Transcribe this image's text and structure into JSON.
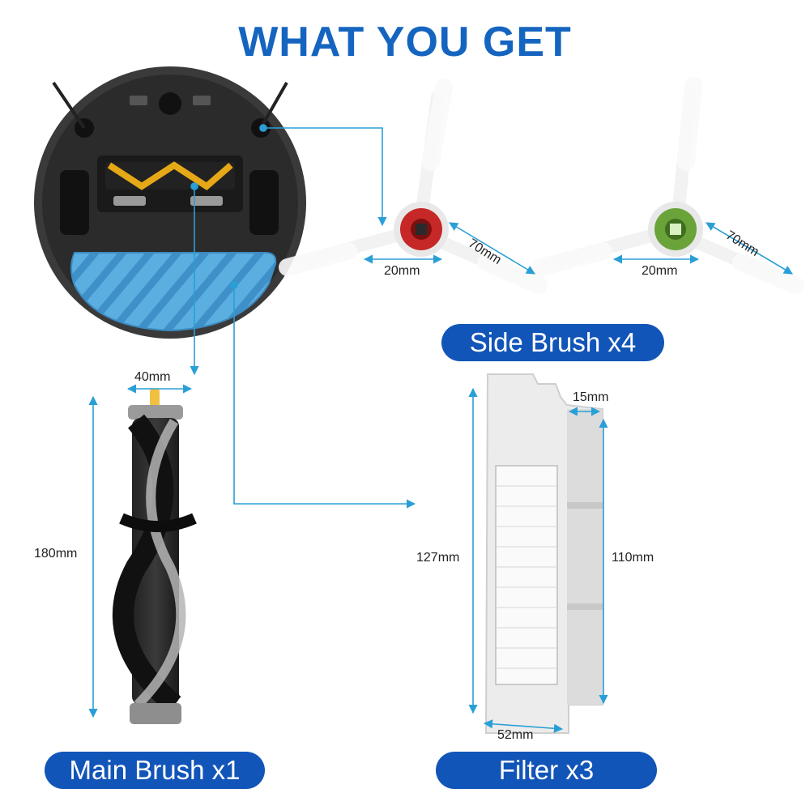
{
  "title": "WHAT YOU GET",
  "labels": {
    "side_brush": "Side Brush x4",
    "main_brush": "Main Brush x1",
    "filter": "Filter x3"
  },
  "dimensions": {
    "side_red_hub": "20mm",
    "side_red_arm": "70mm",
    "side_green_hub": "20mm",
    "side_green_arm": "70mm",
    "main_width": "40mm",
    "main_length": "180mm",
    "filter_depth": "15mm",
    "filter_height": "127mm",
    "filter_inner_height": "110mm",
    "filter_width": "52mm"
  },
  "colors": {
    "accent": "#1255b8",
    "title": "#1565c0",
    "leader": "#2a9fd6",
    "red_hub": "#c62828",
    "green_hub": "#6aa33a",
    "mop": "#4ea3d8",
    "roller_yellow": "#e6a817"
  }
}
